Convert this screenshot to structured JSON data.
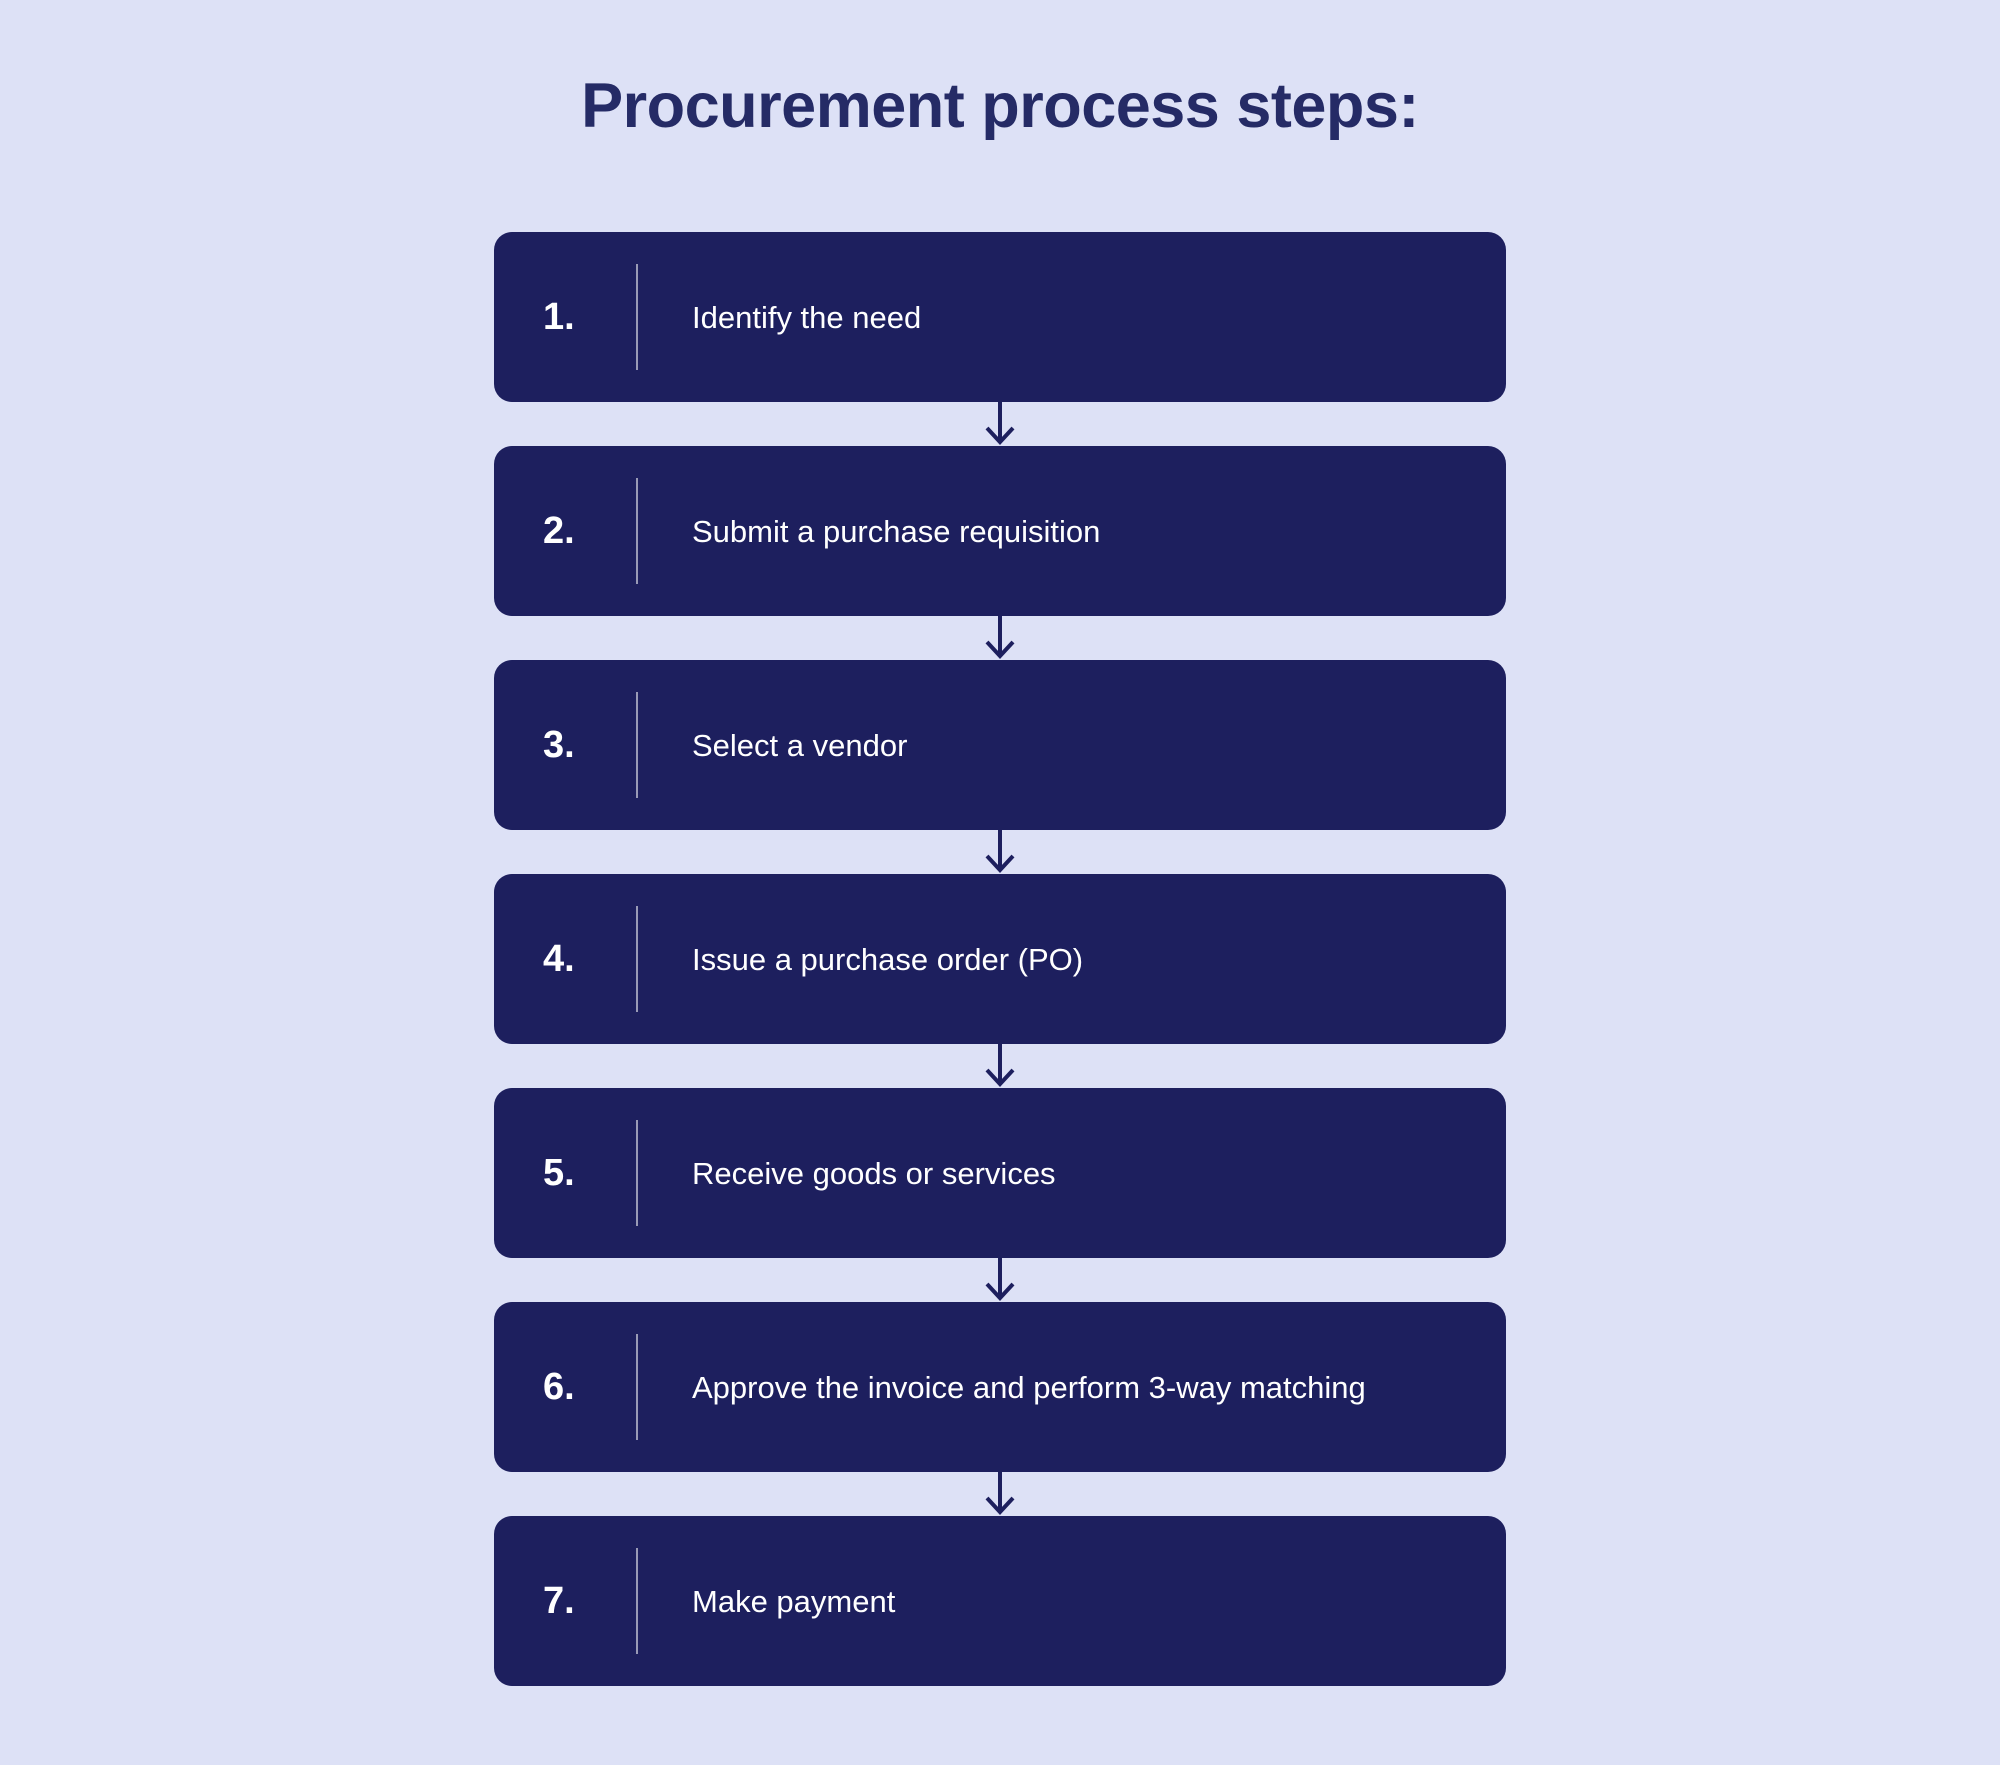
{
  "title": "Procurement process steps:",
  "colors": {
    "background": "#dde1f6",
    "box": "#1d1f5e",
    "title_text": "#252b66",
    "step_text": "#ffffff",
    "divider": "rgba(255,255,255,0.55)",
    "arrow": "#1d1f5e"
  },
  "flow": {
    "steps": [
      {
        "number": "1.",
        "label": "Identify the need"
      },
      {
        "number": "2.",
        "label": "Submit a purchase requisition"
      },
      {
        "number": "3.",
        "label": "Select a vendor"
      },
      {
        "number": "4.",
        "label": "Issue a purchase order (PO)"
      },
      {
        "number": "5.",
        "label": "Receive goods or services"
      },
      {
        "number": "6.",
        "label": "Approve the invoice and perform 3-way matching"
      },
      {
        "number": "7.",
        "label": "Make payment"
      }
    ]
  }
}
